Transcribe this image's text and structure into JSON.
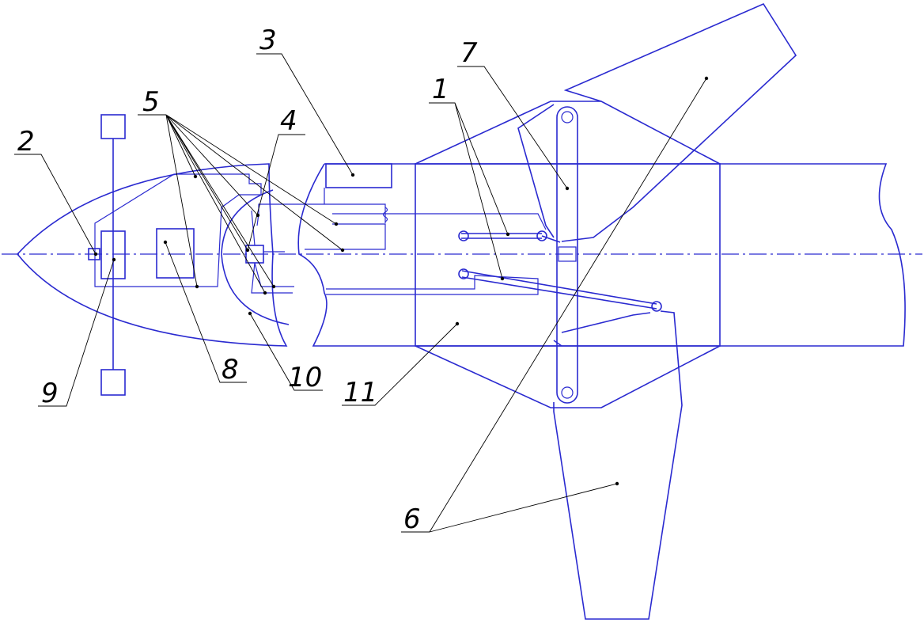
{
  "colors": {
    "outline": "#2a2ad0",
    "leader": "#000000",
    "background": "#ffffff"
  },
  "labels": {
    "l1": "1",
    "l2": "2",
    "l3": "3",
    "l4": "4",
    "l5": "5",
    "l6": "6",
    "l7": "7",
    "l8": "8",
    "l9": "9",
    "l10": "10",
    "l11": "11"
  }
}
